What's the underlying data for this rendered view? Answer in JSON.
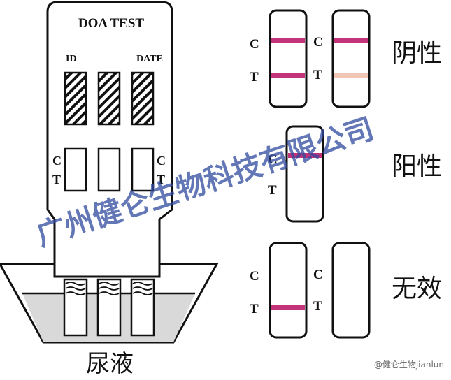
{
  "device": {
    "title": "DOA TEST",
    "id_label": "ID",
    "date_label": "DATE",
    "c_label": "C",
    "t_label": "T"
  },
  "cup_label": "尿液",
  "results": {
    "negative": "阴性",
    "positive": "阳性",
    "invalid": "无效",
    "c_label": "C",
    "t_label": "T"
  },
  "watermark": "广州健仑生物科技有限公司",
  "footer": "@健仑生物jianlun",
  "colors": {
    "line_strong": "#c2337a",
    "line_faint": "#f2c6b4",
    "outline": "#111111",
    "cup_fill": "#d9d9d9",
    "watermark": "#2f4aa0"
  }
}
